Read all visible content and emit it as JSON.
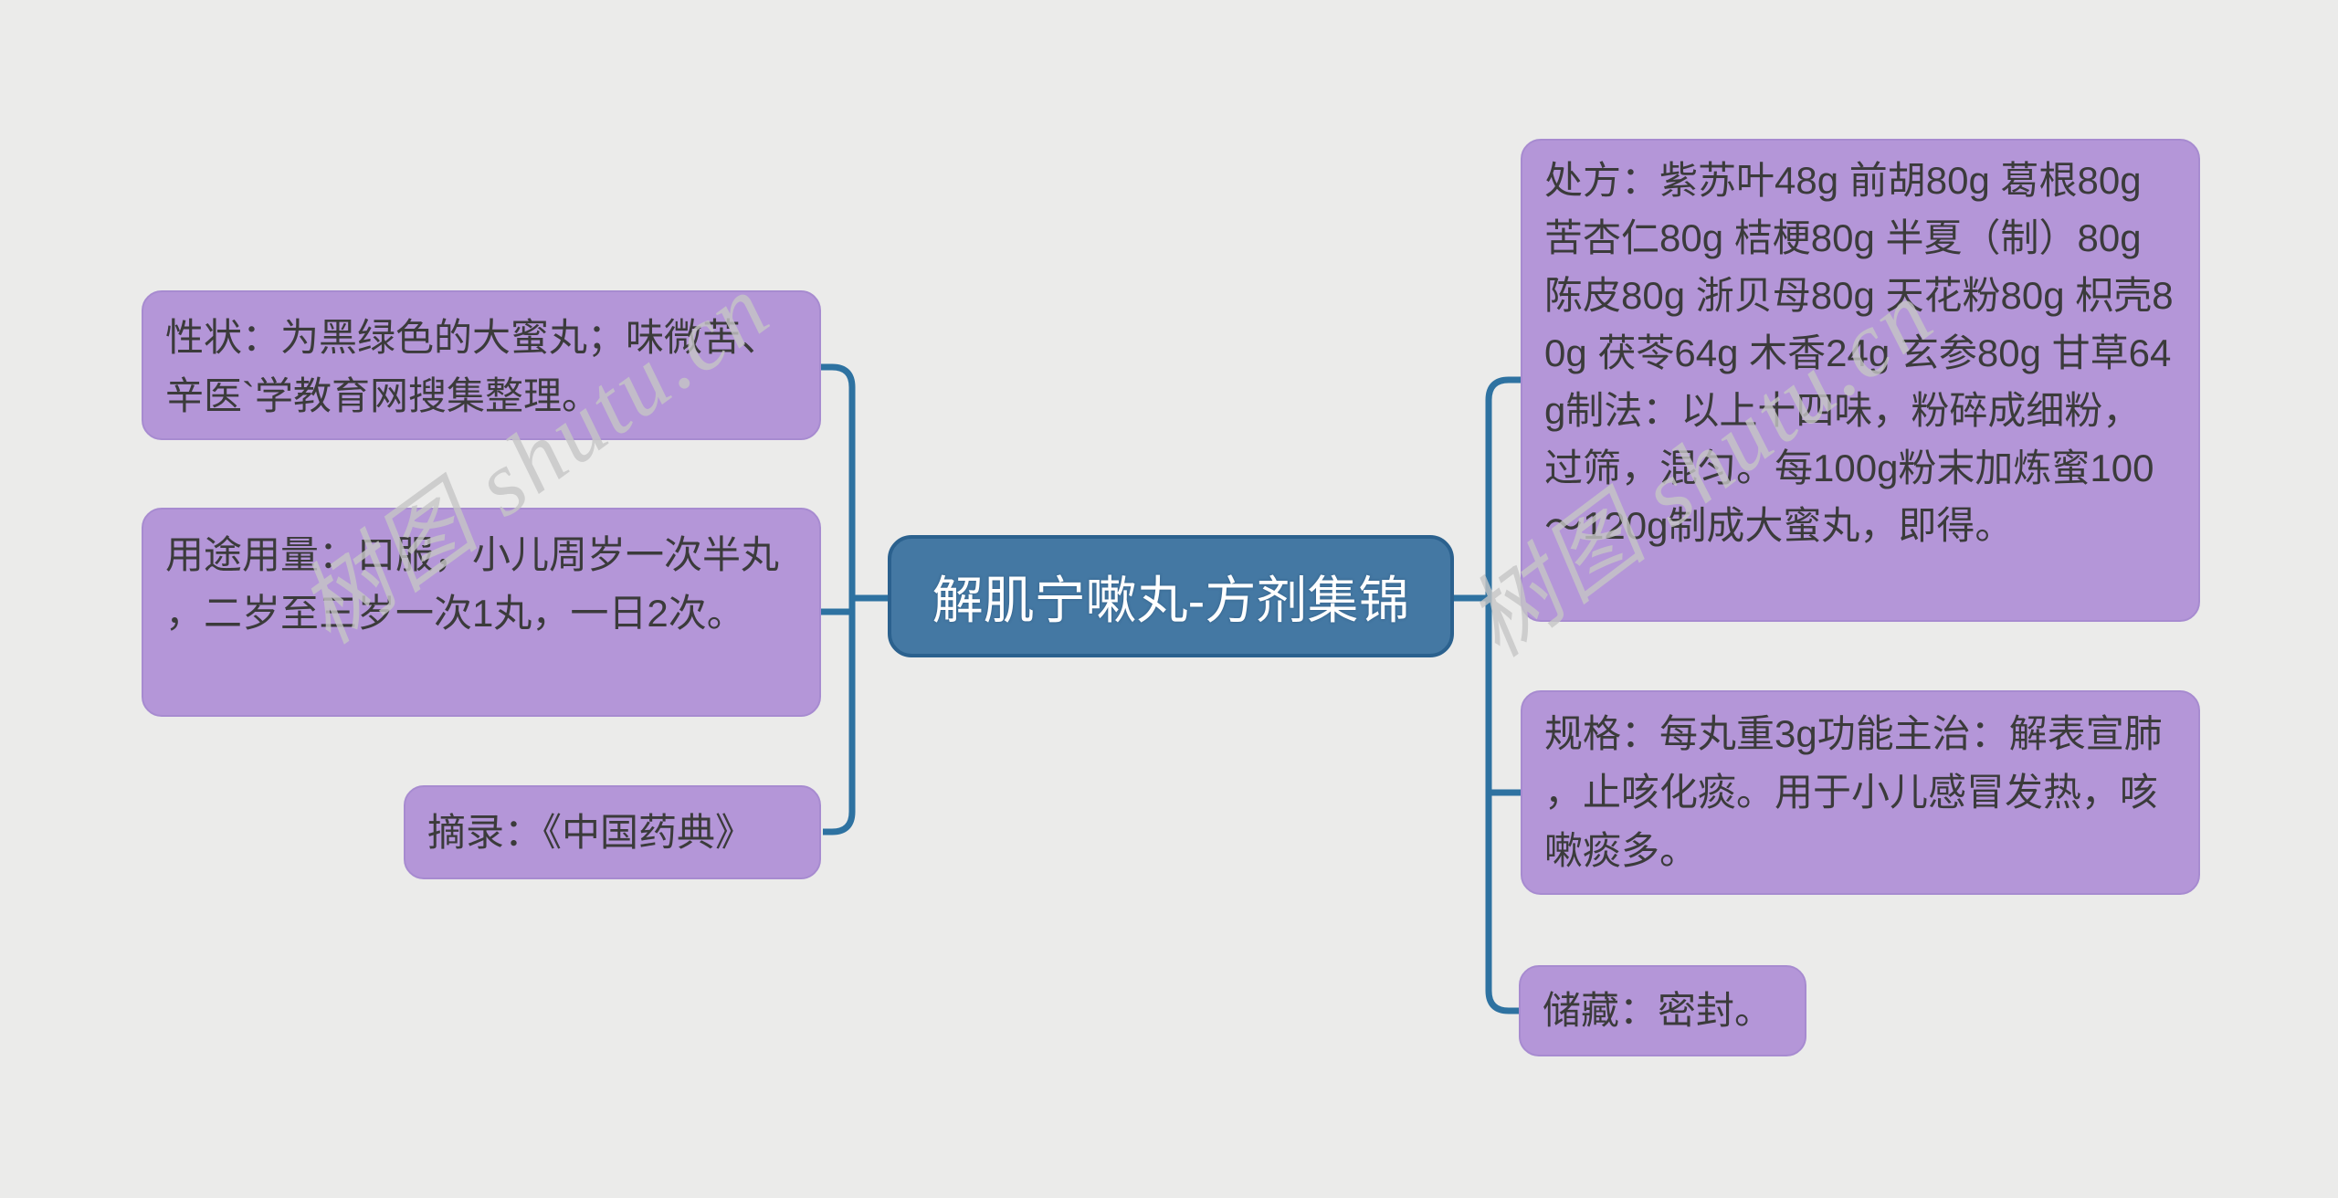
{
  "root": {
    "label": "解肌宁嗽丸-方剂集锦"
  },
  "branches": {
    "left": [
      {
        "id": "xingzhuang",
        "label": "性状：为黑绿色的大蜜丸；味微苦、辛医`学教育网搜集整理。"
      },
      {
        "id": "yongtu-yongliang",
        "label": "用途用量：口服，小儿周岁一次半丸，二岁至三岁一次1丸，一日2次。"
      },
      {
        "id": "zhailu",
        "label": "摘录：《中国药典》"
      }
    ],
    "right": [
      {
        "id": "chufang-zhifa",
        "label": "处方：紫苏叶48g 前胡80g 葛根80g 苦杏仁80g 桔梗80g 半夏（制）80g 陈皮80g 浙贝母80g 天花粉80g 枳壳80g 茯苓64g 木香24g 玄参80g 甘草64g制法：以上十四味，粉碎成细粉，过筛，混匀。每100g粉末加炼蜜100～120g制成大蜜丸，即得。"
      },
      {
        "id": "guige-gongneng",
        "label": "规格：每丸重3g功能主治：解表宣肺，止咳化痰。用于小儿感冒发热，咳嗽痰多。"
      },
      {
        "id": "chucang",
        "label": "储藏：密封。"
      }
    ]
  },
  "watermark": {
    "text": "树图 shutu.cn"
  },
  "colors": {
    "background": "#ebebea",
    "branch_fill": "#b496d8",
    "branch_border": "#a78bd0",
    "branch_text": "#3b3b3b",
    "root_fill": "#4478a3",
    "root_border": "#2b618e",
    "root_text": "#ffffff",
    "connector": "#2e72a1",
    "watermark": "#c6c6c6"
  }
}
